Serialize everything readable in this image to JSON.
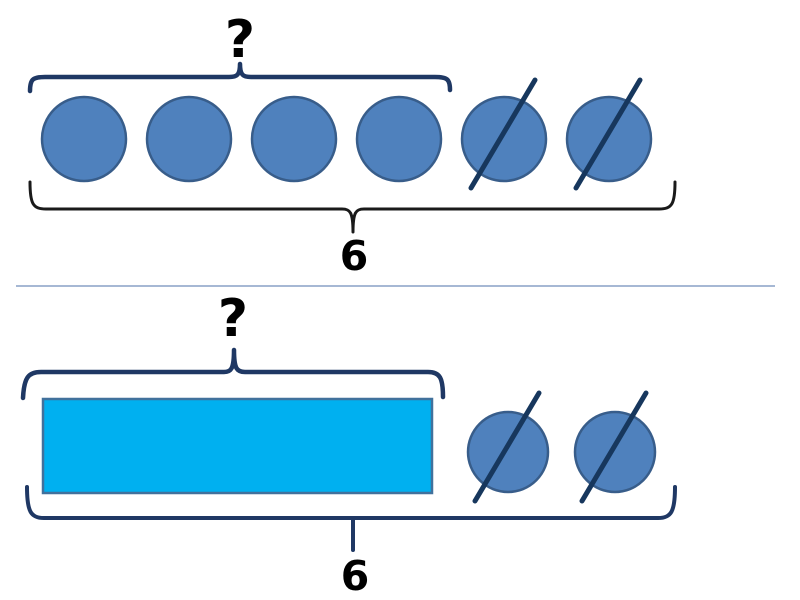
{
  "title": "subtraction-model-diagram",
  "colors": {
    "counter_fill": "#4f81bd",
    "counter_stroke": "#385d8a",
    "bar_fill": "#00b0f0",
    "bar_stroke": "#41719c",
    "brace_blue": "#1f3864",
    "brace_black": "#1a1a1a",
    "slash": "#17375d",
    "divider": "#a6b8d4",
    "label": "#000000"
  },
  "top_panel": {
    "unknown_label": "?",
    "total_label": "6",
    "total_count": 6,
    "crossed_out_count": 2
  },
  "bottom_panel": {
    "unknown_label": "?",
    "total_label": "6",
    "crossed_out_count": 2
  }
}
